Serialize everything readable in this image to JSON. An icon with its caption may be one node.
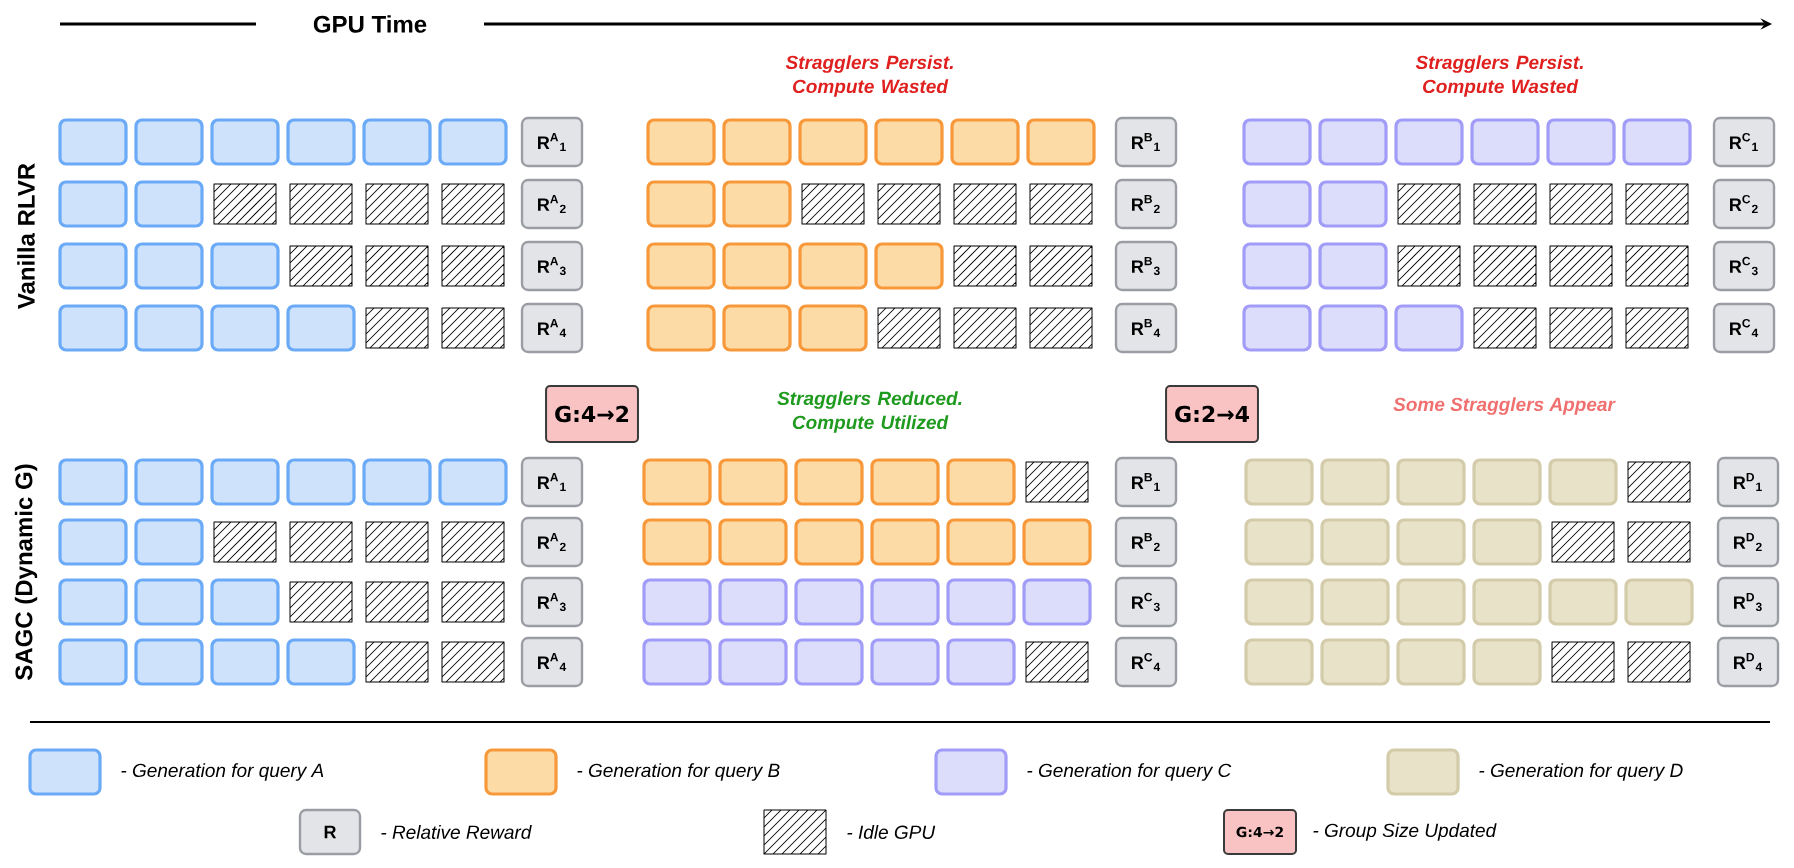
{
  "diagram": {
    "nodes": [
      {
        "text": [
          "R$^{A}$$_{1}$"
        ]
      },
      {
        "text": [
          "R$^{B}$$_{1}$"
        ]
      },
      {
        "text": [
          "R$^{C}$$_{1}$"
        ]
      },
      {
        "text": [
          "R$^{A}$$_{2}$"
        ]
      },
      {
        "text": [
          "R$^{B}$$_{2}$"
        ]
      },
      {
        "text": [
          "R$^{C}$$_{2}$"
        ]
      },
      {
        "text": [
          "R$^{A}$$_{3}$"
        ]
      },
      {
        "text": [
          "R$^{B}$$_{3}$"
        ]
      },
      {
        "text": [
          "R$^{C}$$_{3}$"
        ]
      },
      {
        "text": [
          "R$^{A}$$_{4}$"
        ]
      },
      {
        "text": [
          "R$^{B}$$_{4}$"
        ]
      },
      {
        "text": [
          "R$^{C}$$_{4}$"
        ]
      },
      {
        "text": [
          "G:4→2"
        ]
      },
      {
        "text": [
          "G:2→4"
        ]
      },
      {
        "text": [
          "R$^{A}$$_{1}$"
        ]
      },
      {
        "text": [
          "R$^{B}$$_{1}$"
        ]
      },
      {
        "text": [
          "R$^{D}$$_{1}$"
        ]
      },
      {
        "text": [
          "R$^{A}$$_{2}$"
        ]
      },
      {
        "text": [
          "R$^{B}$$_{2}$"
        ]
      },
      {
        "text": [
          "R$^{D}$$_{2}$"
        ]
      },
      {
        "text": [
          "R$^{A}$$_{3}$"
        ]
      },
      {
        "text": [
          "R$^{C}$$_{3}$"
        ]
      },
      {
        "text": [
          "R$^{D}$$_{3}$"
        ]
      },
      {
        "text": [
          "R$^{A}$$_{4}$"
        ]
      },
      {
        "text": [
          "R$^{C}$$_{4}$"
        ]
      },
      {
        "text": [
          "R$^{D}$$_{4}$"
        ]
      }
    ],
    "labels": [
      "GPU Time",
      "Stragglers Persist. Compute Wasted",
      "Stragglers Persist. Compute Wasted",
      "Vanilla RLVR",
      "Stragglers Reduced. Compute Utilized",
      "Some Stragglers Appear",
      "SAGC (Dynamic G)",
      "R",
      "G:4→2"
    ],
    "legend": [
      {
        "text": "- Generation for query A",
        "color": "#cfe2fb"
      },
      {
        "text": "- Generation for query B",
        "color": "#fddba6"
      },
      {
        "text": "- Generation for query C",
        "color": "#dcdcfb"
      },
      {
        "text": "- Generation for query D",
        "color": "#e8e2c9"
      },
      {
        "text": "- Relative Reward"
      },
      {
        "text": "- Idle GPU"
      },
      {
        "text": "- Group Size Updated"
      }
    ]
  }
}
